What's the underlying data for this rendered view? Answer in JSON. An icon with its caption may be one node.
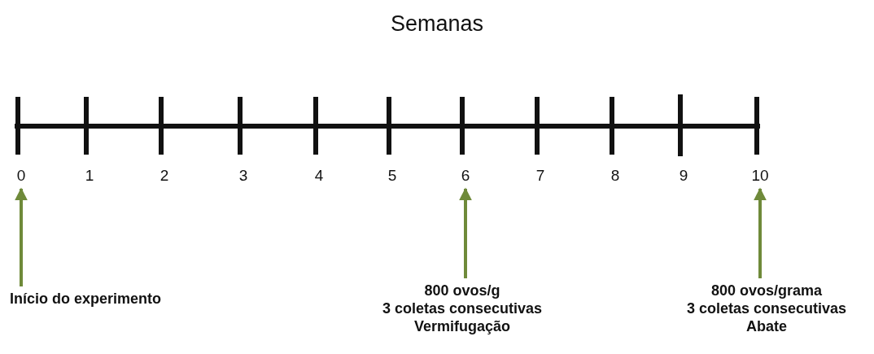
{
  "diagram": {
    "title": "Semanas",
    "nodes": [
      {
        "text": [
          "0"
        ]
      },
      {
        "text": [
          "6"
        ]
      },
      {
        "text": [
          "10"
        ]
      },
      {
        "text": [
          "Início do experimento"
        ]
      },
      {
        "text": [
          "800 ovos/g",
          "3 coletas consecutivas",
          "Vermifugação"
        ]
      },
      {
        "text": [
          "800 ovos/grama",
          "3 coletas consecutivas",
          "Abate"
        ]
      }
    ],
    "edges": [
      {
        "from": 3,
        "to": 0,
        "arrow": "to"
      },
      {
        "from": 4,
        "to": 1,
        "arrow": "to"
      },
      {
        "from": 5,
        "to": 2,
        "arrow": "to"
      }
    ],
    "labels": [
      "1",
      "2",
      "3",
      "4",
      "5",
      "7",
      "8",
      "9"
    ]
  }
}
